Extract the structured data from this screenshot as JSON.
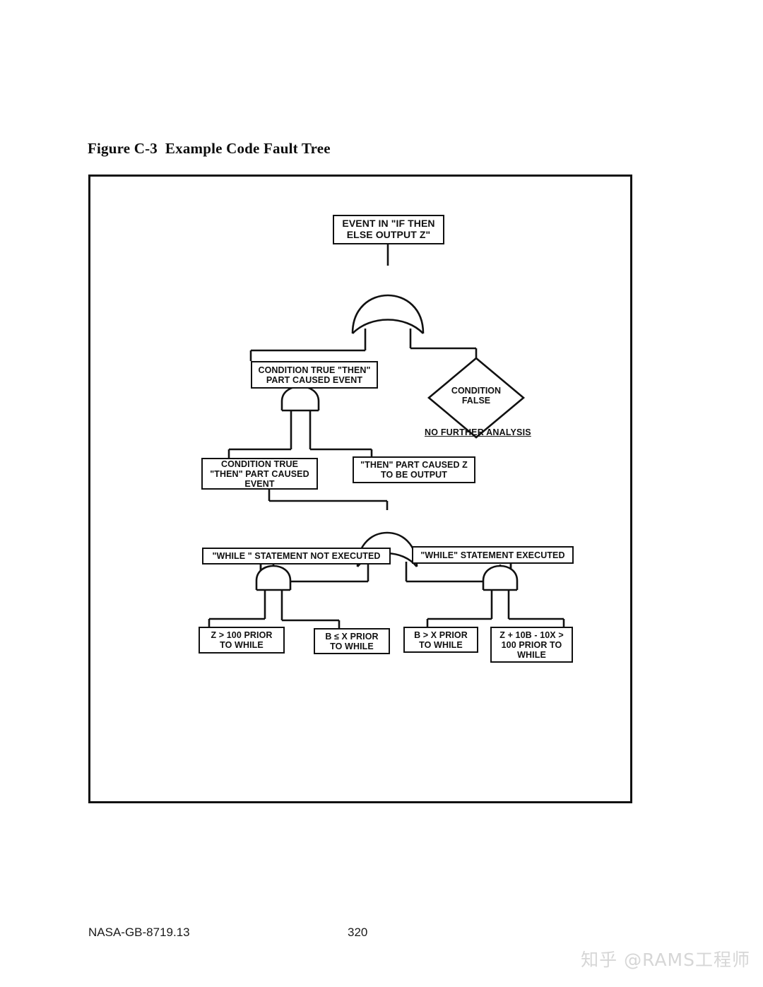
{
  "figure": {
    "title": "Figure C-3  Example Code Fault Tree"
  },
  "footer": {
    "document_id": "NASA-GB-8719.13",
    "page_number": "320",
    "watermark": "知乎 @RAMS工程师"
  },
  "colors": {
    "line": "#111111",
    "background": "#ffffff",
    "text": "#111111",
    "watermark": "#d6d6d6"
  },
  "fault_tree": {
    "nodes": {
      "top_event": "EVENT IN \"IF THEN\nELSE OUTPUT Z\"",
      "condition_true_then_part": "CONDITION TRUE \"THEN\"\nPART CAUSED EVENT",
      "condition_false": "CONDITION\nFALSE",
      "no_further_analysis": "NO FURTHER ANALYSIS",
      "condition_true_event": "CONDITION TRUE\n\"THEN\" PART CAUSED\nEVENT",
      "then_part_caused_z": "\"THEN\" PART CAUSED Z\nTO BE OUTPUT",
      "while_not_executed": "\"WHILE \" STATEMENT NOT EXECUTED",
      "while_executed": "\"WHILE\" STATEMENT EXECUTED",
      "z_gt_100": "Z > 100 PRIOR\nTO WHILE",
      "b_le_x": "B ≤ X PRIOR\nTO WHILE",
      "b_gt_x": "B > X PRIOR\nTO WHILE",
      "z_10b_10x": "Z + 10B - 10X >\n100  PRIOR TO\nWHILE"
    },
    "gates": {
      "gate_top": "or-gate",
      "gate_then": "and-gate",
      "gate_while": "or-gate",
      "gate_not_executed": "and-gate",
      "gate_executed": "and-gate"
    }
  }
}
